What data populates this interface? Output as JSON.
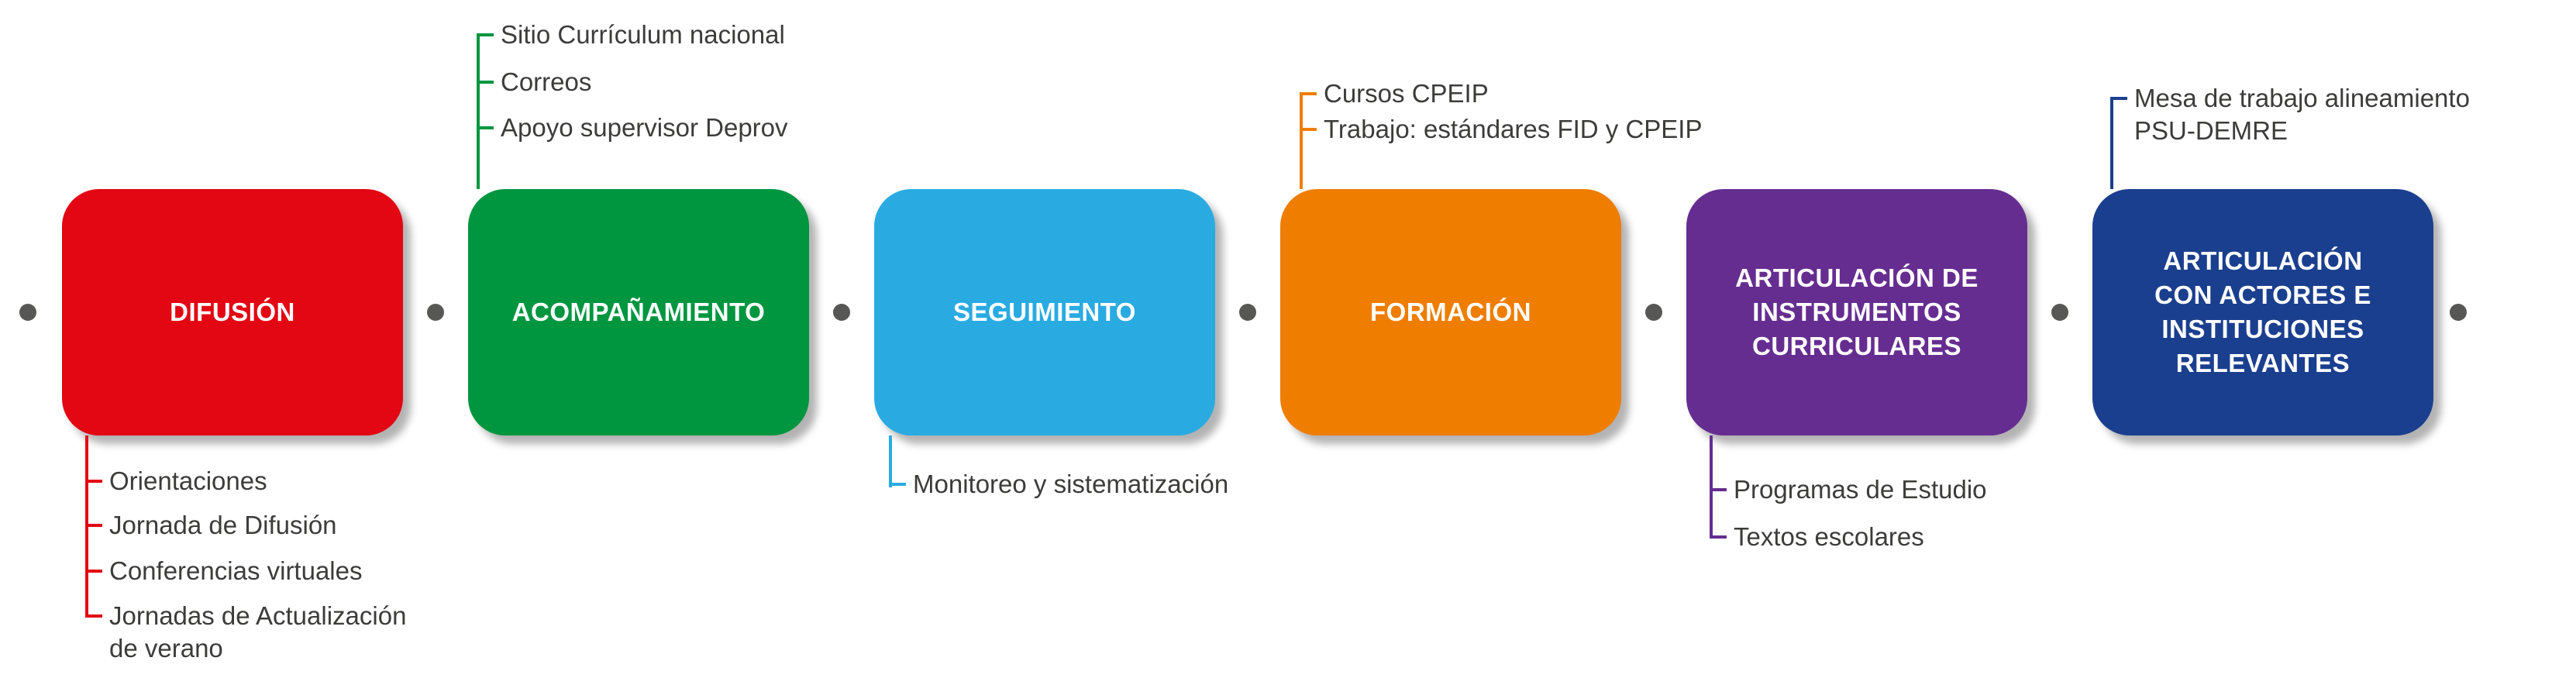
{
  "palette": {
    "dot_gray": "#575756",
    "callout_text_gray": "#3C3C3B",
    "background": "#FFFFFF"
  },
  "stages": [
    {
      "id": "difusion",
      "title": "DIFUSIÓN",
      "color": "#E30613",
      "items_position": "below",
      "items": [
        "Orientaciones",
        "Jornada de Difusión",
        "Conferencias virtuales",
        "Jornadas de Actualización\nde verano"
      ]
    },
    {
      "id": "acompanamiento",
      "title": "ACOMPAÑAMIENTO",
      "color": "#009640",
      "items_position": "above",
      "items": [
        "Sitio Currículum nacional",
        "Correos",
        "Apoyo supervisor Deprov"
      ]
    },
    {
      "id": "seguimiento",
      "title": "SEGUIMIENTO",
      "color": "#29ABE2",
      "items_position": "below",
      "items": [
        "Monitoreo y sistematización"
      ]
    },
    {
      "id": "formacion",
      "title": "FORMACIÓN",
      "color": "#EF7D00",
      "items_position": "above",
      "items": [
        "Cursos CPEIP",
        "Trabajo: estándares FID y CPEIP"
      ]
    },
    {
      "id": "articulacion-instrumentos",
      "title": "ARTICULACIÓN DE\nINSTRUMENTOS\nCURRICULARES",
      "color": "#662D91",
      "items_position": "below",
      "items": [
        "Programas de Estudio",
        "Textos escolares"
      ]
    },
    {
      "id": "articulacion-actores",
      "title": "ARTICULACIÓN\nCON ACTORES E\nINSTITUCIONES\nRELEVANTES",
      "color": "#1B3F8F",
      "items_position": "above",
      "items": [
        "Mesa de trabajo alineamiento\nPSU-DEMRE"
      ]
    }
  ]
}
